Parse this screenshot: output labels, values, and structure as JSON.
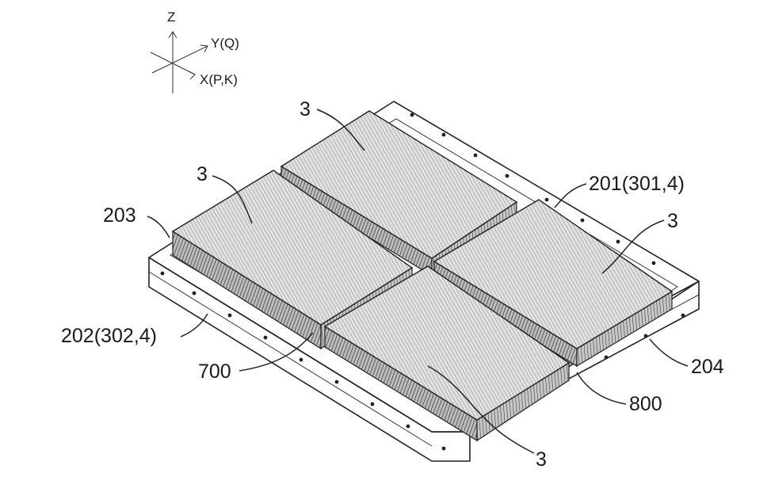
{
  "axes": {
    "z": "Z",
    "y": "Y(Q)",
    "x": "X(P,K)"
  },
  "labels": {
    "module_back": "3",
    "module_left": "3",
    "module_right": "3",
    "module_front": "3",
    "part_201": "201(301,4)",
    "part_202": "202(302,4)",
    "part_203": "203",
    "part_204": "204",
    "part_700": "700",
    "part_800": "800"
  },
  "colors": {
    "line": "#222222",
    "fin_dark": "#3a3a3a",
    "fin_light": "#9a9a9a",
    "top_face": "#dcdcdc",
    "plate": "#ffffff"
  }
}
